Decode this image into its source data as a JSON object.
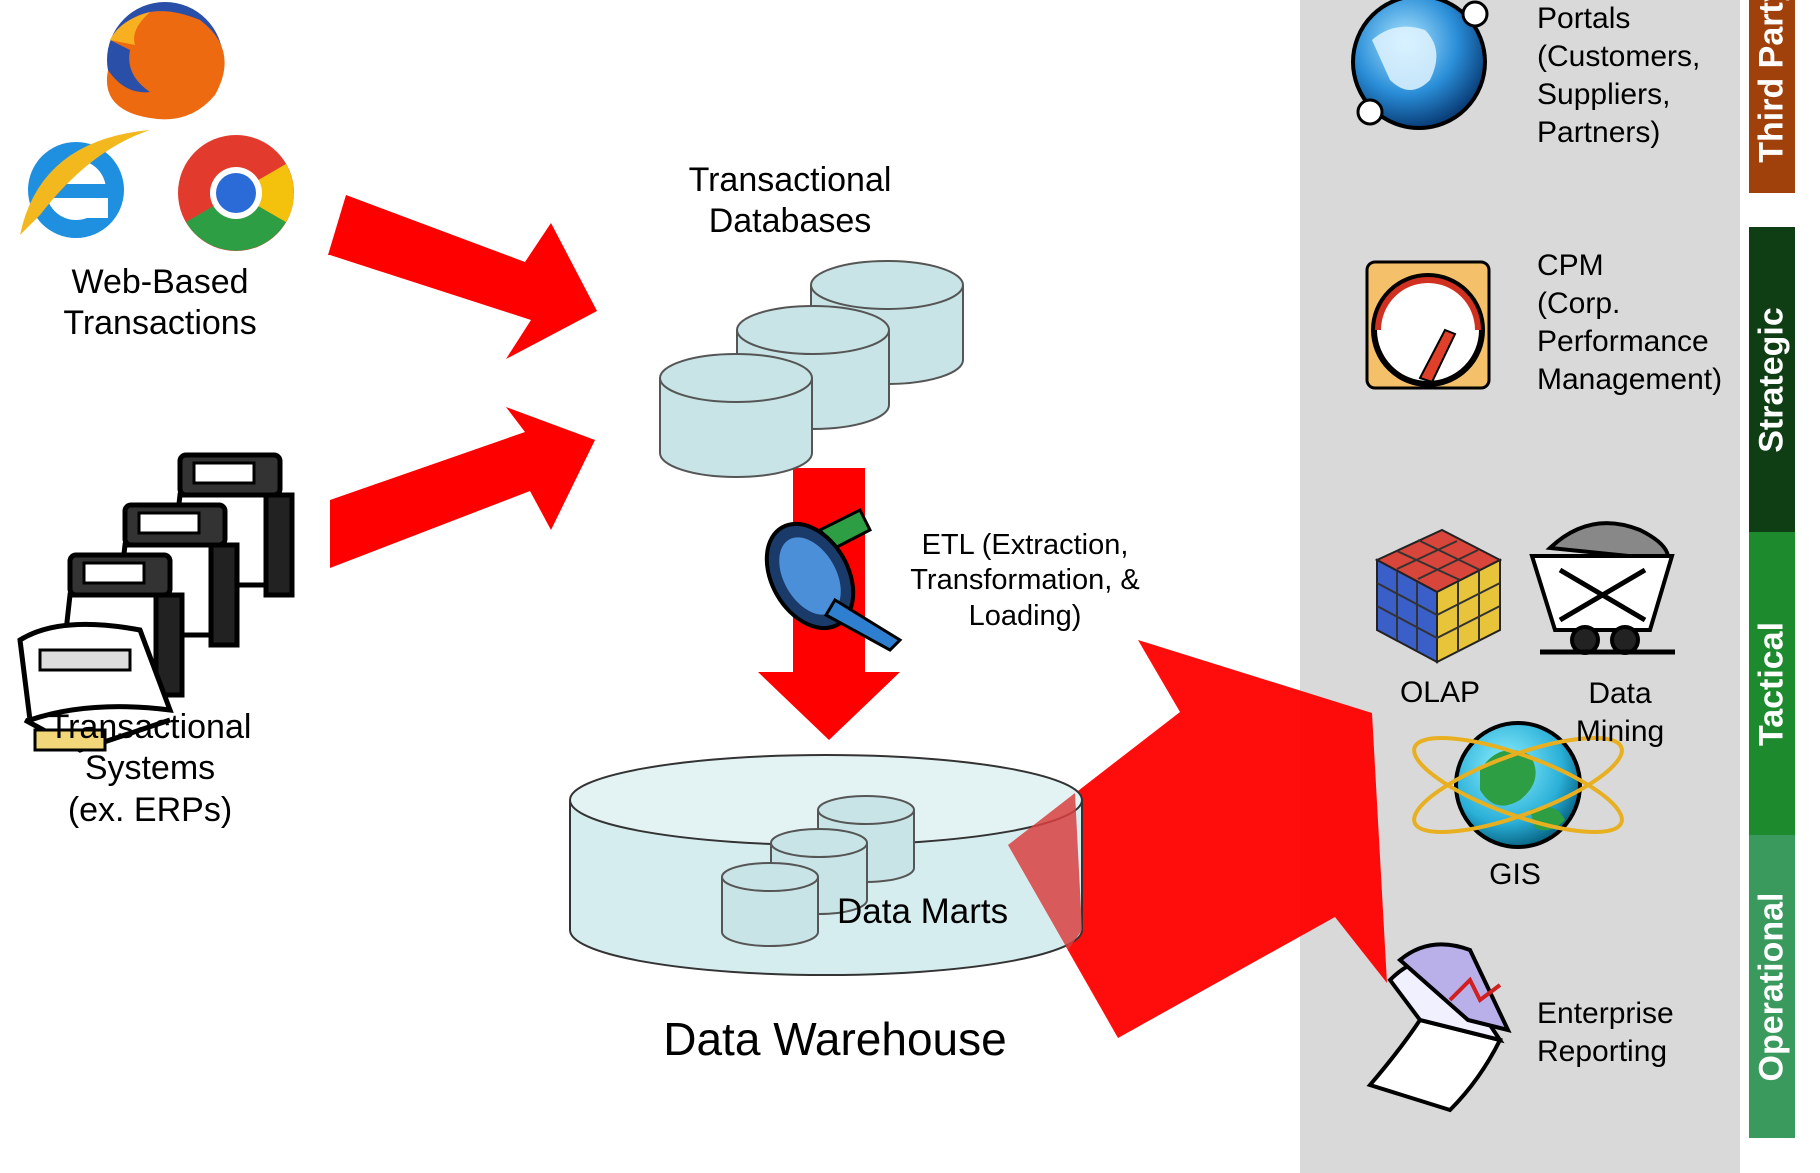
{
  "sources": {
    "web": "Web-Based\nTransactions",
    "systems": "Transactional\nSystems\n(ex. ERPs)"
  },
  "databases": {
    "title": "Transactional\nDatabases"
  },
  "etl": {
    "label": "ETL (Extraction,\nTransformation, &\nLoading)"
  },
  "warehouse": {
    "title": "Data Warehouse",
    "marts": "Data Marts"
  },
  "tools": {
    "portals": "Portals\n(Customers,\nSuppliers,\nPartners)",
    "cpm": "CPM\n(Corp.\nPerformance\nManagement)",
    "olap": "OLAP",
    "mining": "Data\nMining",
    "gis": "GIS",
    "reporting": "Enterprise\nReporting"
  },
  "levels": [
    {
      "label": "Third Party",
      "color": "#a0400a"
    },
    {
      "label": "Strategic",
      "color": "#0f3d14"
    },
    {
      "label": "Tactical",
      "color": "#1e8a2e"
    },
    {
      "label": "Operational",
      "color": "#3a9a5e"
    }
  ],
  "colors": {
    "arrow": "#ff0000",
    "cylinder": "#c8e4e6",
    "panel": "#d9d9d9"
  }
}
